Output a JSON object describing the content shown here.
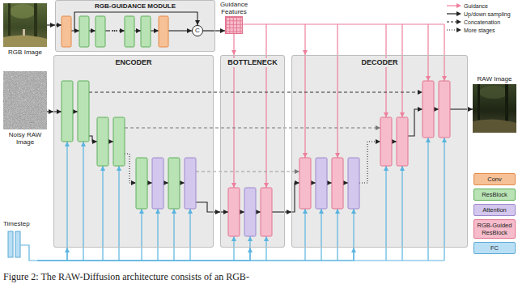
{
  "diagram": {
    "caption": "Figure 2: The RAW-Diffusion architecture consists of an RGB-",
    "nodes": [
      {
        "text": [
          "RGB Image"
        ]
      },
      {
        "text": [
          "RGB-GUIDANCE MODULE"
        ]
      },
      {
        "text": [
          "C"
        ],
        "in": 1
      },
      {
        "text": [
          "Guidance Features"
        ]
      },
      {
        "text": [
          "Noisy RAW Image"
        ]
      },
      {
        "text": [
          "ENCODER"
        ]
      },
      {
        "text": [
          "BOTTLENECK"
        ]
      },
      {
        "text": [
          "DECODER"
        ]
      },
      {
        "text": [
          "RAW Image"
        ]
      },
      {
        "text": [
          "Timestep"
        ]
      }
    ],
    "edges": [
      {
        "from": 0,
        "to": 1,
        "arrow": "to"
      },
      {
        "from": 2,
        "to": 3,
        "arrow": "to"
      },
      {
        "from": 3,
        "to": 6,
        "arrow": "to"
      },
      {
        "from": 3,
        "to": 7,
        "arrow": "to"
      },
      {
        "from": 4,
        "to": 5,
        "arrow": "to"
      },
      {
        "from": 5,
        "to": 6,
        "arrow": "to"
      },
      {
        "from": 6,
        "to": 7,
        "arrow": "to"
      },
      {
        "from": 7,
        "to": 8,
        "arrow": "to"
      },
      {
        "from": 9,
        "to": 5,
        "arrow": "to"
      },
      {
        "from": 9,
        "to": 6,
        "arrow": "to"
      },
      {
        "from": 9,
        "to": 7,
        "arrow": "to"
      }
    ],
    "legend": [
      {
        "text": "Guidance"
      },
      {
        "text": "Up/down sampling"
      },
      {
        "text": "Concatenation"
      },
      {
        "text": "More stages"
      },
      {
        "text": "Conv",
        "color": "#f7c197"
      },
      {
        "text": "ResBlock",
        "color": "#b9e3b5"
      },
      {
        "text": "Attention",
        "color": "#d4c7ee"
      },
      {
        "text": "RGB-Guided ResBlock",
        "color": "#f6bccb"
      },
      {
        "text": "FC",
        "color": "#b9dff5"
      }
    ]
  }
}
